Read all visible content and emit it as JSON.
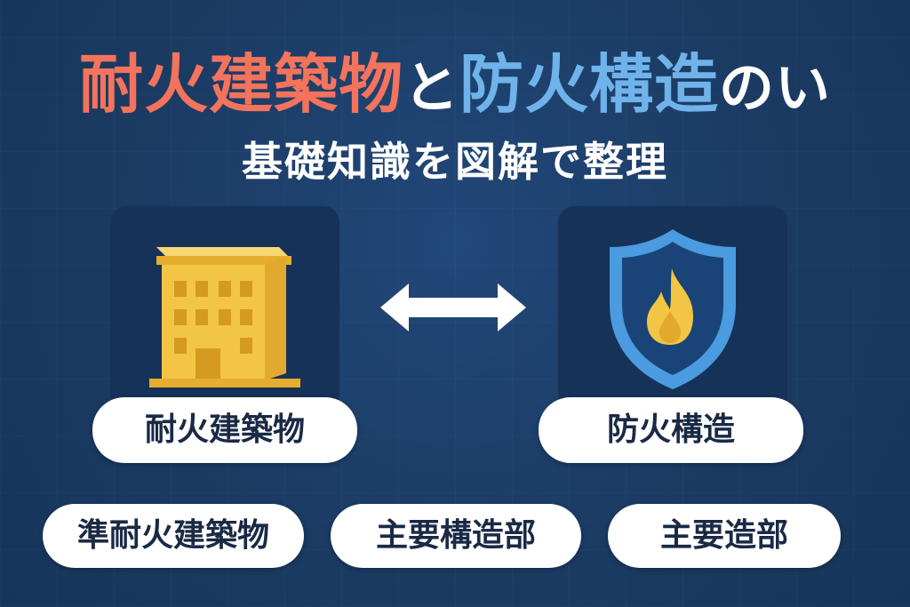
{
  "title": {
    "part1": "耐火建築物",
    "part2": "と",
    "part3": "防火構造",
    "part4": "のい"
  },
  "subtitle": "基礎知識を図解で整理",
  "left_card": {
    "icon": "building-icon",
    "label": "耐火建築物"
  },
  "right_card": {
    "icon": "shield-fire-icon",
    "label": "防火構造"
  },
  "center_icon": "double-arrow-icon",
  "tags": [
    {
      "label": "準耐火建築物"
    },
    {
      "label": "主要構造部"
    },
    {
      "label": "主要造部"
    }
  ],
  "colors": {
    "background": "#1d3d66",
    "title_red": "#f4735d",
    "title_blue": "#6fb3ea",
    "building": "#f3c544",
    "shield": "#4a9be0",
    "flame": "#f3c544"
  }
}
